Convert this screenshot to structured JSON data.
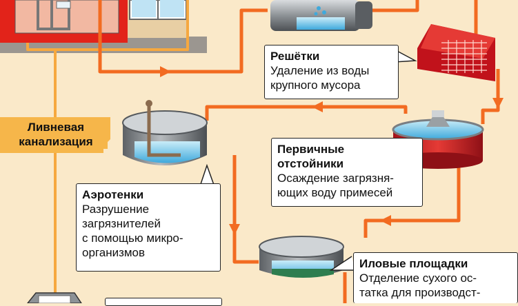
{
  "stormwater": {
    "line1": "Ливневая",
    "line2": "канализация"
  },
  "screens": {
    "title": "Решётки",
    "desc": [
      "Удаление из воды",
      "крупного мусора"
    ]
  },
  "primary": {
    "title": [
      "Первичные",
      "отстойники"
    ],
    "desc": [
      "Осаждение загрязня-",
      "ющих воду примесей"
    ]
  },
  "aero": {
    "title": "Аэротенки",
    "desc": [
      "Разрушение",
      "загрязнителей",
      "с помощью микро-",
      "организмов"
    ]
  },
  "sludge": {
    "title": "Иловые площадки",
    "desc": [
      "Отделение сухого ос-",
      "татка для производст-"
    ]
  },
  "colors": {
    "background": "#fae9c9",
    "pipe": "#f26b21",
    "pipe_thin": "#f6a83f",
    "label_bg": "#f6b64a",
    "water": "#6fc6e8",
    "tank": "#7a7e82",
    "sludge": "#2e7d4f"
  }
}
